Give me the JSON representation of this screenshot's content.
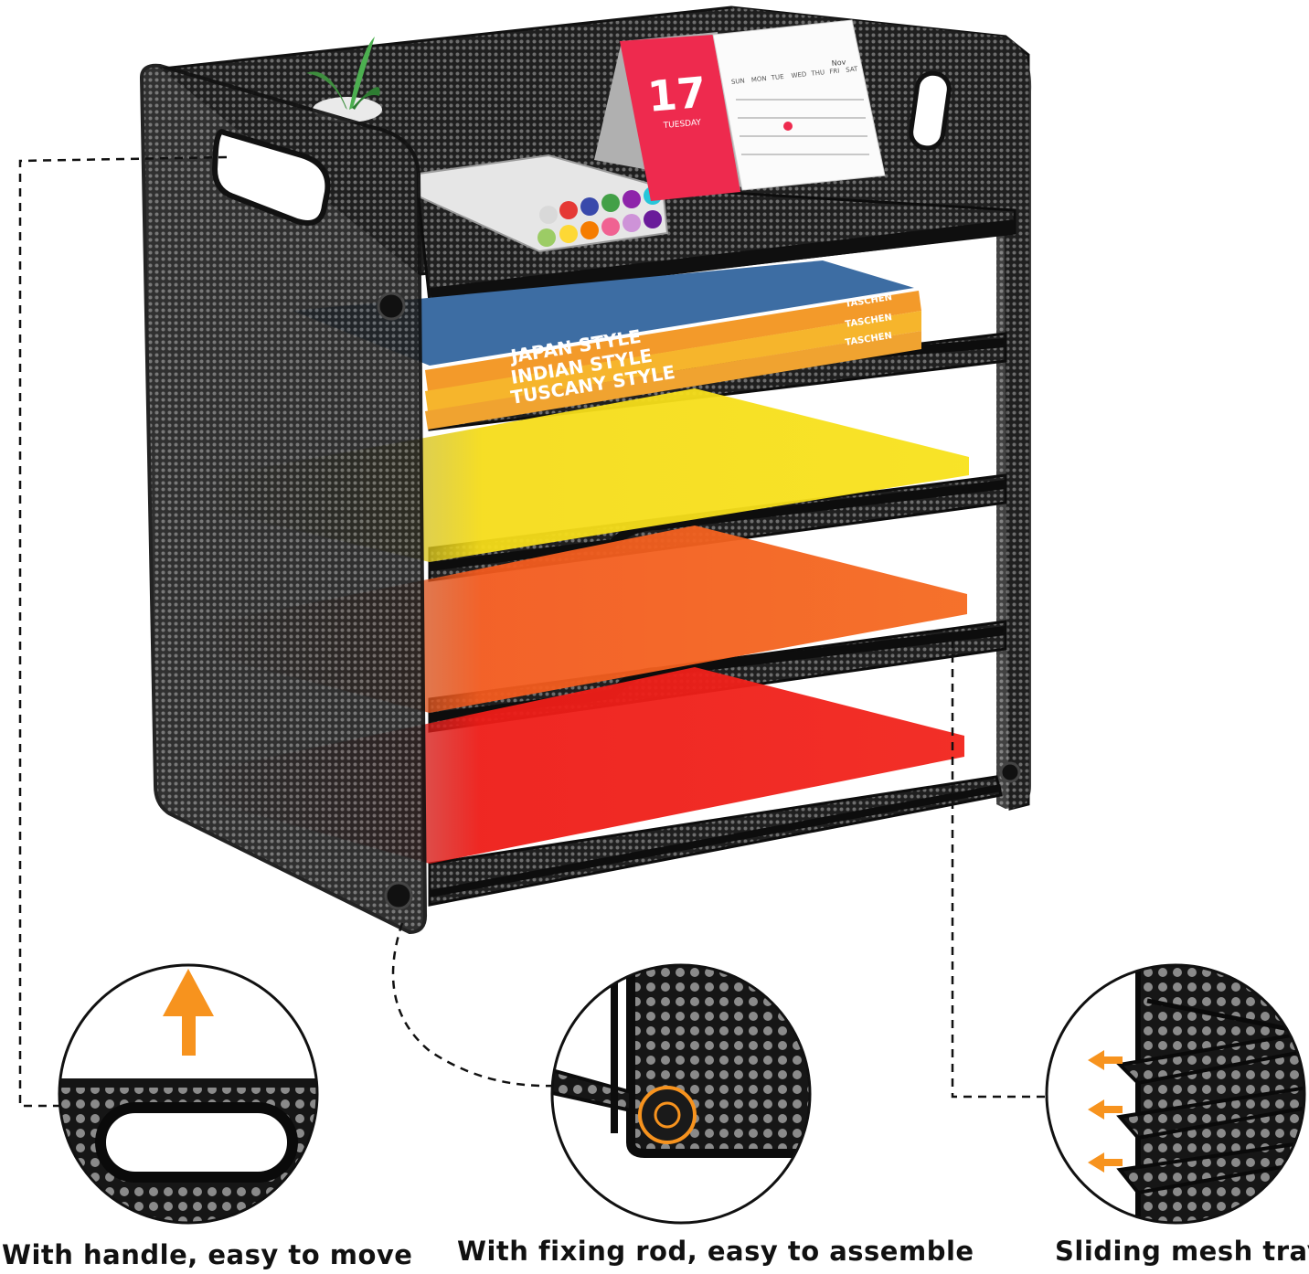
{
  "features": [
    {
      "id": "handle",
      "label": "With handle, easy to move",
      "icon": "handle-detail"
    },
    {
      "id": "rod",
      "label": "With fixing rod, easy to assemble",
      "icon": "fixing-rod-detail"
    },
    {
      "id": "tray",
      "label": "Sliding mesh tray",
      "icon": "sliding-tray-detail"
    }
  ],
  "calendar": {
    "day": "17",
    "weekday": "TUESDAY",
    "month": "Nov",
    "days_header": [
      "SUN",
      "MON",
      "TUE",
      "WED",
      "THU",
      "FRI",
      "SAT"
    ]
  },
  "books": [
    {
      "title": "JAPAN STYLE",
      "publisher": "TASCHEN",
      "color": "#f39a2a"
    },
    {
      "title": "INDIAN STYLE",
      "publisher": "TASCHEN",
      "color": "#f6b52c"
    },
    {
      "title": "TUSCANY STYLE",
      "publisher": "TASCHEN",
      "color": "#f0a330"
    }
  ],
  "paper_colors": {
    "yellow": "#f5dc1a",
    "orange": "#f25a1e",
    "red": "#ee1c17"
  },
  "colors": {
    "mesh": "#2b2b2b",
    "frame": "#1c1c1c",
    "accent_arrow": "#f7931e"
  }
}
